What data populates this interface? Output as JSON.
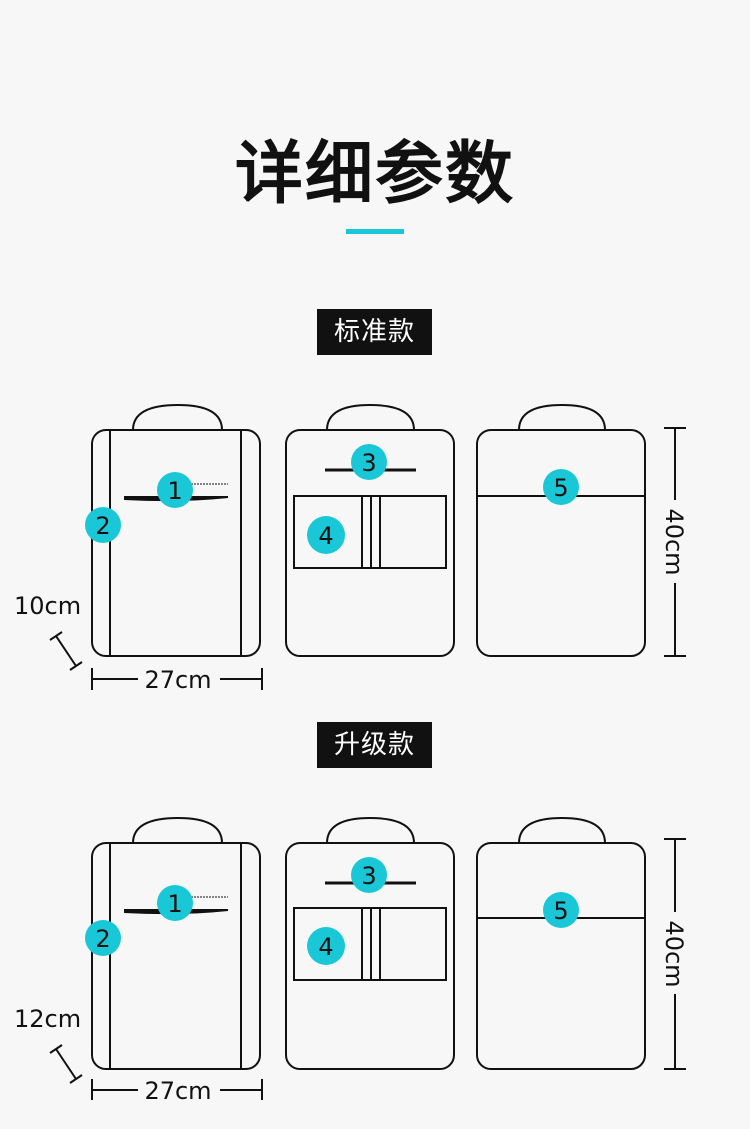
{
  "page": {
    "title": "详细参数",
    "accent_color": "#19c7d6"
  },
  "sections": [
    {
      "label": "标准款",
      "depth": "10cm",
      "width": "27cm",
      "height": "40cm",
      "callouts": [
        "1",
        "2",
        "3",
        "4",
        "5"
      ]
    },
    {
      "label": "升级款",
      "depth": "12cm",
      "width": "27cm",
      "height": "40cm",
      "callouts": [
        "1",
        "2",
        "3",
        "4",
        "5"
      ]
    }
  ]
}
